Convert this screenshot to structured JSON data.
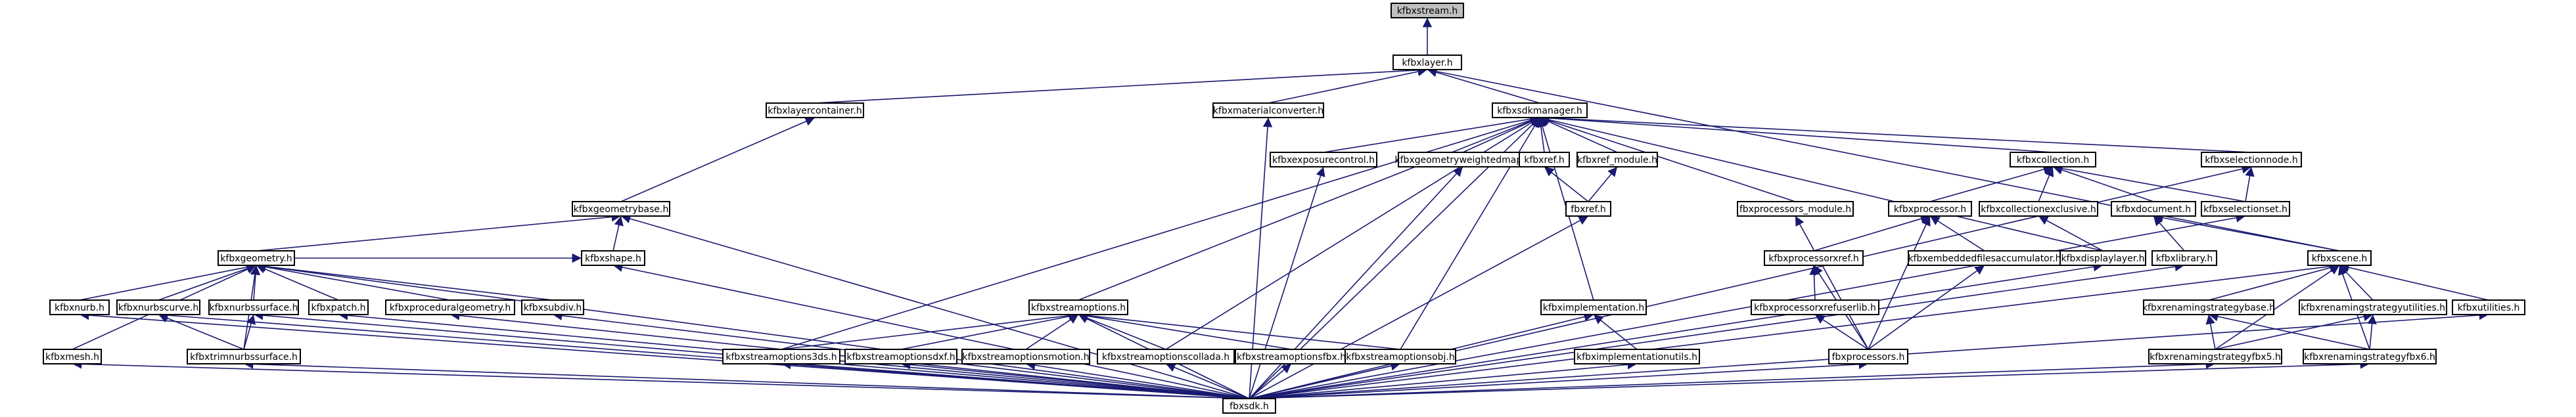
{
  "colors": {
    "edge": "#191970",
    "root_fill": "#bfbfbf",
    "node_fill": "#ffffff",
    "border": "#000000"
  },
  "nodes": [
    {
      "id": "kfbxstream",
      "label": "kfbxstream.h"
    },
    {
      "id": "kfbxlayer",
      "label": "kfbxlayer.h"
    },
    {
      "id": "kfbxlayercontainer",
      "label": "kfbxlayercontainer.h"
    },
    {
      "id": "kfbxmaterialconverter",
      "label": "kfbxmaterialconverter.h"
    },
    {
      "id": "kfbxsdkmanager",
      "label": "kfbxsdkmanager.h"
    },
    {
      "id": "kfbxgeometrybase",
      "label": "kfbxgeometrybase.h"
    },
    {
      "id": "kfbxexposurecontrol",
      "label": "kfbxexposurecontrol.h"
    },
    {
      "id": "kfbxgeometryweightedmap",
      "label": "kfbxgeometryweightedmap.h"
    },
    {
      "id": "kfbxref",
      "label": "kfbxref.h"
    },
    {
      "id": "kfbxref_module",
      "label": "kfbxref_module.h"
    },
    {
      "id": "kfbxcollection",
      "label": "kfbxcollection.h"
    },
    {
      "id": "kfbxselectionnode",
      "label": "kfbxselectionnode.h"
    },
    {
      "id": "kfbxgeometry",
      "label": "kfbxgeometry.h"
    },
    {
      "id": "kfbxshape",
      "label": "kfbxshape.h"
    },
    {
      "id": "fbxref",
      "label": "fbxref.h"
    },
    {
      "id": "fbxprocessors_module",
      "label": "fbxprocessors_module.h"
    },
    {
      "id": "kfbxprocessor",
      "label": "kfbxprocessor.h"
    },
    {
      "id": "kfbxcollectionexclusive",
      "label": "kfbxcollectionexclusive.h"
    },
    {
      "id": "kfbxdocument",
      "label": "kfbxdocument.h"
    },
    {
      "id": "kfbxselectionset",
      "label": "kfbxselectionset.h"
    },
    {
      "id": "kfbxnurb",
      "label": "kfbxnurb.h"
    },
    {
      "id": "kfbxnurbscurve",
      "label": "kfbxnurbscurve.h"
    },
    {
      "id": "kfbxnurbssurface",
      "label": "kfbxnurbssurface.h"
    },
    {
      "id": "kfbxpatch",
      "label": "kfbxpatch.h"
    },
    {
      "id": "kfbxproceduralgeometry",
      "label": "kfbxproceduralgeometry.h"
    },
    {
      "id": "kfbxsubdiv",
      "label": "kfbxsubdiv.h"
    },
    {
      "id": "kfbxstreamoptions",
      "label": "kfbxstreamoptions.h"
    },
    {
      "id": "kfbximplementation",
      "label": "kfbximplementation.h"
    },
    {
      "id": "kfbxprocessorxref",
      "label": "kfbxprocessorxref.h"
    },
    {
      "id": "kfbxembeddedfilesaccumulator",
      "label": "kfbxembeddedfilesaccumulator.h"
    },
    {
      "id": "kfbxdisplaylayer",
      "label": "kfbxdisplaylayer.h"
    },
    {
      "id": "kfbxlibrary",
      "label": "kfbxlibrary.h"
    },
    {
      "id": "kfbxscene",
      "label": "kfbxscene.h"
    },
    {
      "id": "kfbxrenamingstrategybase",
      "label": "kfbxrenamingstrategybase.h"
    },
    {
      "id": "kfbxrenamingstrategyutilities",
      "label": "kfbxrenamingstrategyutilities.h"
    },
    {
      "id": "kfbxutilities",
      "label": "kfbxutilities.h"
    },
    {
      "id": "kfbxtrimnurbssurface",
      "label": "kfbxtrimnurbssurface.h"
    },
    {
      "id": "kfbxprocessorxrefuserlib",
      "label": "kfbxprocessorxrefuserlib.h"
    },
    {
      "id": "kfbxmesh",
      "label": "kfbxmesh.h"
    },
    {
      "id": "kfbxstreamoptions3ds",
      "label": "kfbxstreamoptions3ds.h"
    },
    {
      "id": "kfbxstreamoptionsdxf",
      "label": "kfbxstreamoptionsdxf.h"
    },
    {
      "id": "kfbxstreamoptionsmotion",
      "label": "kfbxstreamoptionsmotion.h"
    },
    {
      "id": "kfbxstreamoptionscollada",
      "label": "kfbxstreamoptionscollada.h"
    },
    {
      "id": "kfbxstreamoptionsfbx",
      "label": "kfbxstreamoptionsfbx.h"
    },
    {
      "id": "kfbxstreamoptionsobj",
      "label": "kfbxstreamoptionsobj.h"
    },
    {
      "id": "kfbximplementationutils",
      "label": "kfbximplementationutils.h"
    },
    {
      "id": "fbxprocessors",
      "label": "fbxprocessors.h"
    },
    {
      "id": "kfbxrenamingstrategyfbx5",
      "label": "kfbxrenamingstrategyfbx5.h"
    },
    {
      "id": "kfbxrenamingstrategyfbx6",
      "label": "kfbxrenamingstrategyfbx6.h"
    },
    {
      "id": "fbxsdk",
      "label": "fbxsdk.h"
    }
  ],
  "edges": [
    [
      "kfbxlayer",
      "kfbxstream"
    ],
    [
      "kfbxlayercontainer",
      "kfbxlayer"
    ],
    [
      "kfbxmaterialconverter",
      "kfbxlayer"
    ],
    [
      "kfbxsdkmanager",
      "kfbxlayer"
    ],
    [
      "kfbxscene",
      "kfbxlayer"
    ],
    [
      "kfbxgeometrybase",
      "kfbxlayercontainer"
    ],
    [
      "fbxsdk",
      "kfbxmaterialconverter"
    ],
    [
      "kfbxexposurecontrol",
      "kfbxsdkmanager"
    ],
    [
      "kfbxgeometryweightedmap",
      "kfbxsdkmanager"
    ],
    [
      "kfbxref",
      "kfbxsdkmanager"
    ],
    [
      "kfbxref_module",
      "kfbxsdkmanager"
    ],
    [
      "kfbxcollection",
      "kfbxsdkmanager"
    ],
    [
      "kfbxselectionnode",
      "kfbxsdkmanager"
    ],
    [
      "fbxprocessors_module",
      "kfbxsdkmanager"
    ],
    [
      "kfbxdisplaylayer",
      "kfbxsdkmanager"
    ],
    [
      "kfbximplementation",
      "kfbxsdkmanager"
    ],
    [
      "kfbxstreamoptions",
      "kfbxsdkmanager"
    ],
    [
      "kfbxstreamoptions3ds",
      "kfbxsdkmanager"
    ],
    [
      "kfbxstreamoptionscollada",
      "kfbxsdkmanager"
    ],
    [
      "kfbxstreamoptionsobj",
      "kfbxsdkmanager"
    ],
    [
      "fbxsdk",
      "kfbxsdkmanager"
    ],
    [
      "kfbxgeometry",
      "kfbxgeometrybase"
    ],
    [
      "kfbxshape",
      "kfbxgeometrybase"
    ],
    [
      "fbxsdk",
      "kfbxgeometrybase"
    ],
    [
      "fbxsdk",
      "kfbxexposurecontrol"
    ],
    [
      "fbxsdk",
      "kfbxgeometryweightedmap"
    ],
    [
      "fbxref",
      "kfbxref"
    ],
    [
      "fbxref",
      "kfbxref_module"
    ],
    [
      "kfbxprocessor",
      "kfbxcollection"
    ],
    [
      "kfbxcollectionexclusive",
      "kfbxcollection"
    ],
    [
      "kfbxdocument",
      "kfbxcollection"
    ],
    [
      "kfbxselectionset",
      "kfbxcollection"
    ],
    [
      "kfbxselectionset",
      "kfbxselectionnode"
    ],
    [
      "fbxsdk",
      "kfbxselectionnode"
    ],
    [
      "kfbxnurb",
      "kfbxgeometry"
    ],
    [
      "kfbxnurbscurve",
      "kfbxgeometry"
    ],
    [
      "kfbxnurbssurface",
      "kfbxgeometry"
    ],
    [
      "kfbxpatch",
      "kfbxgeometry"
    ],
    [
      "kfbxproceduralgeometry",
      "kfbxgeometry"
    ],
    [
      "kfbxsubdiv",
      "kfbxgeometry"
    ],
    [
      "kfbxmesh",
      "kfbxgeometry"
    ],
    [
      "kfbxtrimnurbssurface",
      "kfbxgeometry"
    ],
    [
      "fbxsdk",
      "kfbxgeometry"
    ],
    [
      "kfbxgeometry",
      "kfbxshape"
    ],
    [
      "fbxsdk",
      "kfbxshape"
    ],
    [
      "fbxsdk",
      "fbxref"
    ],
    [
      "fbxprocessors",
      "fbxprocessors_module"
    ],
    [
      "kfbxprocessorxref",
      "kfbxprocessor"
    ],
    [
      "kfbxembeddedfilesaccumulator",
      "kfbxprocessor"
    ],
    [
      "fbxprocessors",
      "kfbxprocessor"
    ],
    [
      "kfbxdisplaylayer",
      "kfbxcollectionexclusive"
    ],
    [
      "kfbxlibrary",
      "kfbxdocument"
    ],
    [
      "kfbxscene",
      "kfbxdocument"
    ],
    [
      "fbxsdk",
      "kfbxselectionset"
    ],
    [
      "kfbxtrimnurbssurface",
      "kfbxnurbscurve"
    ],
    [
      "fbxsdk",
      "kfbxnurbscurve"
    ],
    [
      "kfbxtrimnurbssurface",
      "kfbxnurbssurface"
    ],
    [
      "fbxsdk",
      "kfbxnurbssurface"
    ],
    [
      "fbxsdk",
      "kfbxnurb"
    ],
    [
      "fbxsdk",
      "kfbxpatch"
    ],
    [
      "fbxsdk",
      "kfbxproceduralgeometry"
    ],
    [
      "fbxsdk",
      "kfbxsubdiv"
    ],
    [
      "kfbxstreamoptions3ds",
      "kfbxstreamoptions"
    ],
    [
      "kfbxstreamoptionsdxf",
      "kfbxstreamoptions"
    ],
    [
      "kfbxstreamoptionsmotion",
      "kfbxstreamoptions"
    ],
    [
      "kfbxstreamoptionscollada",
      "kfbxstreamoptions"
    ],
    [
      "kfbxstreamoptionsfbx",
      "kfbxstreamoptions"
    ],
    [
      "kfbxstreamoptionsobj",
      "kfbxstreamoptions"
    ],
    [
      "fbxsdk",
      "kfbxstreamoptions"
    ],
    [
      "kfbximplementationutils",
      "kfbximplementation"
    ],
    [
      "fbxsdk",
      "kfbximplementation"
    ],
    [
      "kfbxprocessorxrefuserlib",
      "kfbxprocessorxref"
    ],
    [
      "fbxprocessors",
      "kfbxprocessorxref"
    ],
    [
      "fbxprocessors",
      "kfbxembeddedfilesaccumulator"
    ],
    [
      "fbxsdk",
      "kfbxdisplaylayer"
    ],
    [
      "fbxsdk",
      "kfbxlibrary"
    ],
    [
      "kfbxrenamingstrategybase",
      "kfbxscene"
    ],
    [
      "kfbxrenamingstrategyutilities",
      "kfbxscene"
    ],
    [
      "kfbxutilities",
      "kfbxscene"
    ],
    [
      "kfbxrenamingstrategyfbx5",
      "kfbxscene"
    ],
    [
      "kfbxrenamingstrategyfbx6",
      "kfbxscene"
    ],
    [
      "fbxsdk",
      "kfbxscene"
    ],
    [
      "kfbxrenamingstrategyfbx5",
      "kfbxrenamingstrategybase"
    ],
    [
      "kfbxrenamingstrategyfbx6",
      "kfbxrenamingstrategybase"
    ],
    [
      "kfbxrenamingstrategyfbx5",
      "kfbxrenamingstrategyutilities"
    ],
    [
      "kfbxrenamingstrategyfbx6",
      "kfbxrenamingstrategyutilities"
    ],
    [
      "fbxsdk",
      "kfbxutilities"
    ],
    [
      "fbxsdk",
      "kfbxtrimnurbssurface"
    ],
    [
      "fbxprocessors",
      "kfbxprocessorxrefuserlib"
    ],
    [
      "fbxsdk",
      "kfbxmesh"
    ],
    [
      "fbxsdk",
      "kfbxstreamoptions3ds"
    ],
    [
      "fbxsdk",
      "kfbxstreamoptionsdxf"
    ],
    [
      "fbxsdk",
      "kfbxstreamoptionsmotion"
    ],
    [
      "fbxsdk",
      "kfbxstreamoptionscollada"
    ],
    [
      "fbxsdk",
      "kfbxstreamoptionsfbx"
    ],
    [
      "fbxsdk",
      "kfbxstreamoptionsobj"
    ],
    [
      "fbxsdk",
      "kfbximplementationutils"
    ],
    [
      "fbxsdk",
      "fbxprocessors"
    ],
    [
      "fbxsdk",
      "kfbxrenamingstrategyfbx5"
    ],
    [
      "fbxsdk",
      "kfbxrenamingstrategyfbx6"
    ]
  ]
}
